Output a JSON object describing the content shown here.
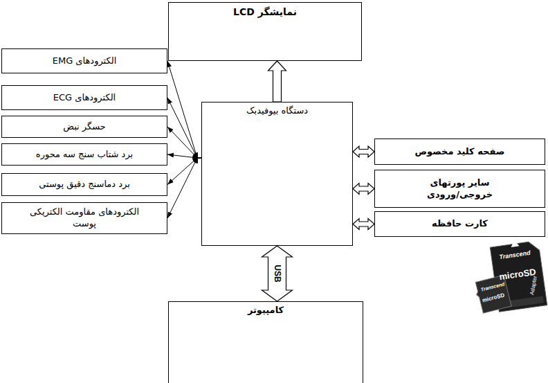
{
  "diagram": {
    "nodes": [
      {
        "text": [
          "نمایشگر LCD"
        ]
      },
      {
        "text": [
          "الکترودهای EMG"
        ]
      },
      {
        "text": [
          "الکترودهای ECG"
        ]
      },
      {
        "text": [
          "حسگر نبض"
        ]
      },
      {
        "text": [
          "برد شتاب سنج سه محوره"
        ]
      },
      {
        "text": [
          "برد دماسنج دقیق پوستی"
        ]
      },
      {
        "text": [
          "الکترودهای مقاومت الکتریکی پوست"
        ]
      },
      {
        "text": [
          "دستگاه بیوفیدبک"
        ]
      },
      {
        "text": [
          "صفحه کلید مخصوص"
        ]
      },
      {
        "text": [
          "سایر پورتهای خروجی/ورودی"
        ]
      },
      {
        "text": [
          "کارت حافظه"
        ]
      },
      {
        "text": [
          "کامپیوتر"
        ]
      }
    ],
    "edges": [
      {
        "from": 7,
        "to": 0,
        "arrow": "to"
      },
      {
        "from": 7,
        "to": 1,
        "arrow": "to"
      },
      {
        "from": 7,
        "to": 2,
        "arrow": "to"
      },
      {
        "from": 7,
        "to": 3,
        "arrow": "to"
      },
      {
        "from": 7,
        "to": 4,
        "arrow": "to"
      },
      {
        "from": 7,
        "to": 5,
        "arrow": "to"
      },
      {
        "from": 7,
        "to": 6,
        "arrow": "to"
      },
      {
        "from": 7,
        "to": 8,
        "arrow": "both"
      },
      {
        "from": 7,
        "to": 9,
        "arrow": "both"
      },
      {
        "from": 7,
        "to": 10,
        "arrow": "both"
      },
      {
        "from": 7,
        "to": 11,
        "label": "USB",
        "arrow": "both"
      }
    ],
    "labels": [
      "Transcend",
      "microSD",
      "Adapter",
      "Transcend",
      "microSD"
    ]
  }
}
